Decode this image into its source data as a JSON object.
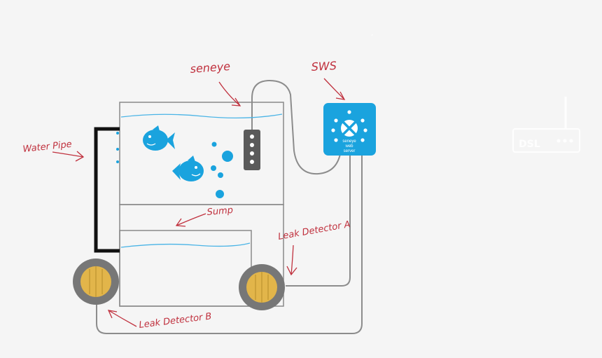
{
  "labels": {
    "seneye": "seneye",
    "sws": "SWS",
    "water_pipe": "Water Pipe",
    "sump": "Sump",
    "leak_detector_a": "Leak Detector A",
    "leak_detector_b": "Leak Detector B"
  },
  "sws_device": {
    "line1": "seneye",
    "line2": "web",
    "line3": "server"
  },
  "dsl_device": {
    "label": "DSL"
  },
  "colors": {
    "label_red": "#c0313e",
    "sws_blue": "#1aa3de",
    "fish_blue": "#1aa3de",
    "water_line": "#4ab4e6",
    "tank_outline": "#8a8a8a",
    "cable": "#8c8c8c",
    "detector_ring": "#777777",
    "detector_gold": "#e2b54a",
    "pipe_black": "#111111"
  }
}
